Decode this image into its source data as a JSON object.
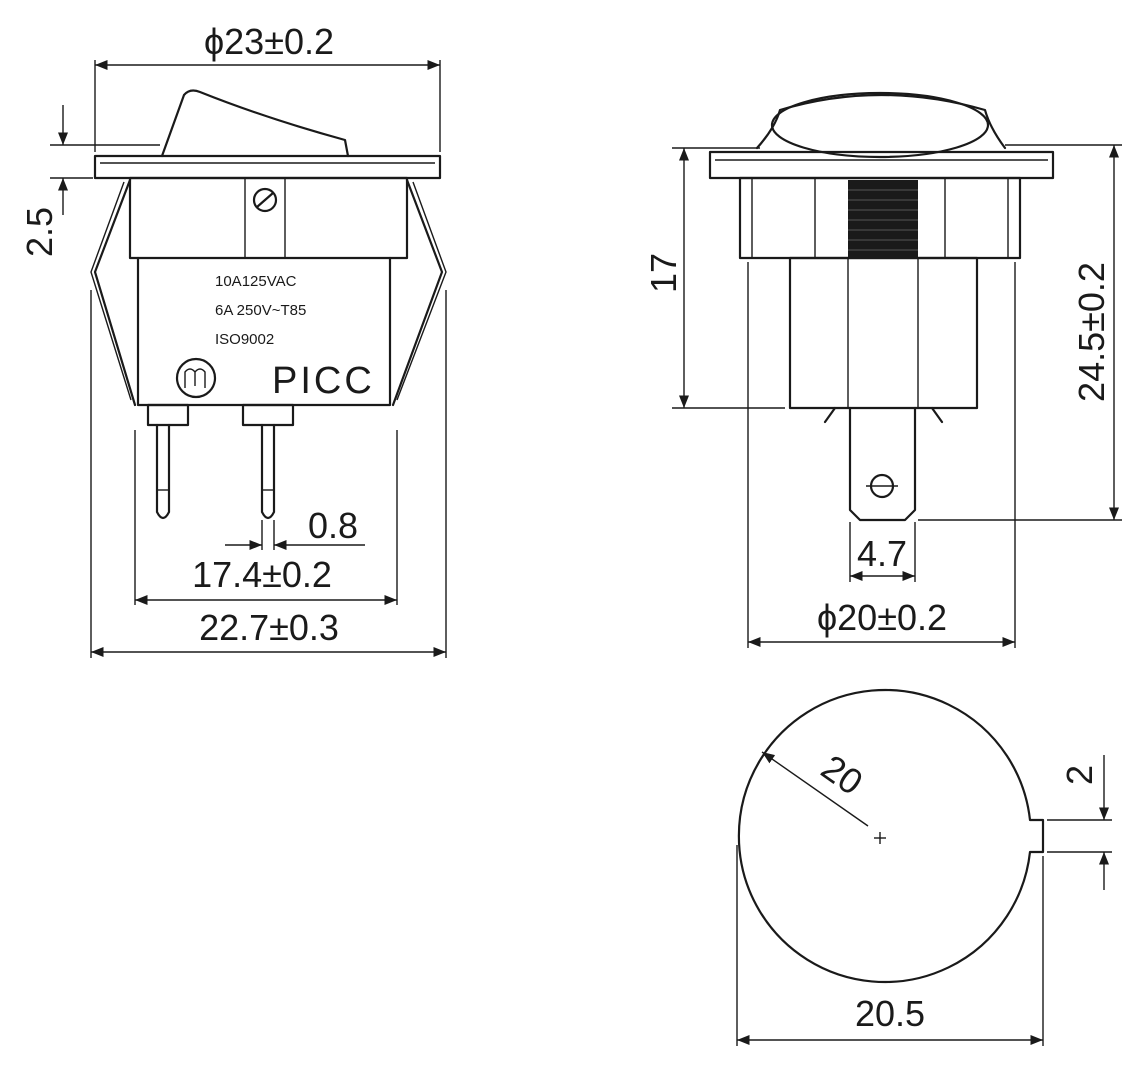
{
  "dimensions": {
    "head_diameter": "ϕ23±0.2",
    "flange_step": "2.5",
    "terminal_width": "0.8",
    "terminal_spacing": "17.4±0.2",
    "body_width": "22.7±0.3",
    "body_height": "17",
    "overall_height": "24.5±0.2",
    "tab_width": "4.7",
    "body_diameter": "ϕ20±0.2",
    "cutout_radius": "20",
    "key_width": "2",
    "cutout_width": "20.5"
  },
  "markings": {
    "line1": "10A125VAC",
    "line2": "6A 250V~T85",
    "line3": "ISO9002",
    "brand": "PICC"
  }
}
